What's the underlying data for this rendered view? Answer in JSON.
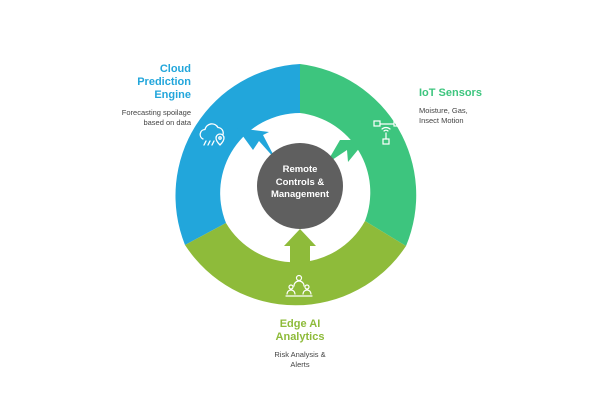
{
  "center": {
    "lines": [
      "Remote",
      "Controls &",
      "Management"
    ]
  },
  "segments": [
    {
      "key": "cloud",
      "title_lines": [
        "Cloud",
        "Prediction",
        "Engine"
      ],
      "desc_lines": [
        "Forecasting spoilage",
        "based on data"
      ],
      "icon": "cloud-location-icon",
      "color": "#22a6db"
    },
    {
      "key": "iot",
      "title_lines": [
        "IoT Sensors"
      ],
      "desc_lines": [
        "Moisture, Gas,",
        "Insect Motion"
      ],
      "icon": "sensor-network-icon",
      "color": "#3dc57e"
    },
    {
      "key": "edge",
      "title_lines": [
        "Edge AI",
        "Analytics"
      ],
      "desc_lines": [
        "Risk Analysis &",
        "Alerts"
      ],
      "icon": "people-network-icon",
      "color": "#8ebb3a"
    }
  ],
  "colors": {
    "center": "#5f5f5f",
    "text_dark": "#444444"
  }
}
